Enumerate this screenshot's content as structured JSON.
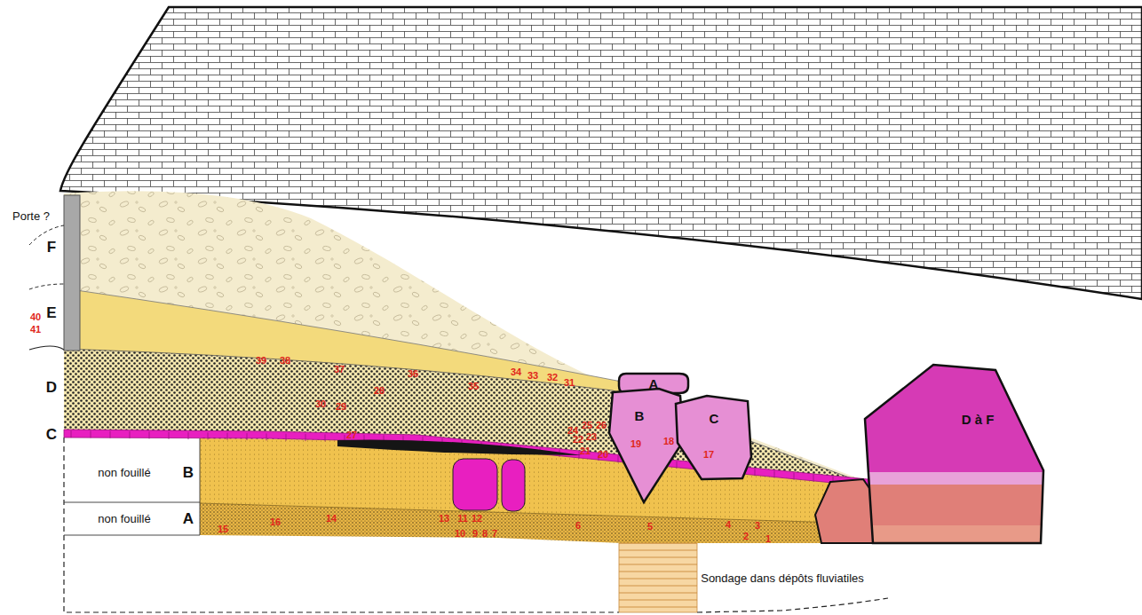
{
  "diagram": {
    "nodes": [
      {
        "text": [
          "A"
        ]
      },
      {
        "text": [
          "B"
        ]
      },
      {
        "text": [
          "C"
        ]
      },
      {
        "text": [
          "D à F"
        ]
      }
    ],
    "labels": [
      "Porte ?",
      "F",
      "E",
      "D",
      "C",
      "non fouillé",
      "B",
      "non fouillé",
      "A",
      "1",
      "2",
      "3",
      "4",
      "5",
      "6",
      "7",
      "8",
      "9",
      "10",
      "11",
      "12",
      "13",
      "14",
      "15",
      "16",
      "17",
      "18",
      "19",
      "20",
      "21",
      "22",
      "23",
      "24",
      "25",
      "26",
      "27",
      "28",
      "29",
      "30",
      "31",
      "32",
      "33",
      "34",
      "35",
      "36",
      "37",
      "38",
      "39",
      "40",
      "41",
      "Sondage dans dépôts fluviatiles"
    ]
  }
}
